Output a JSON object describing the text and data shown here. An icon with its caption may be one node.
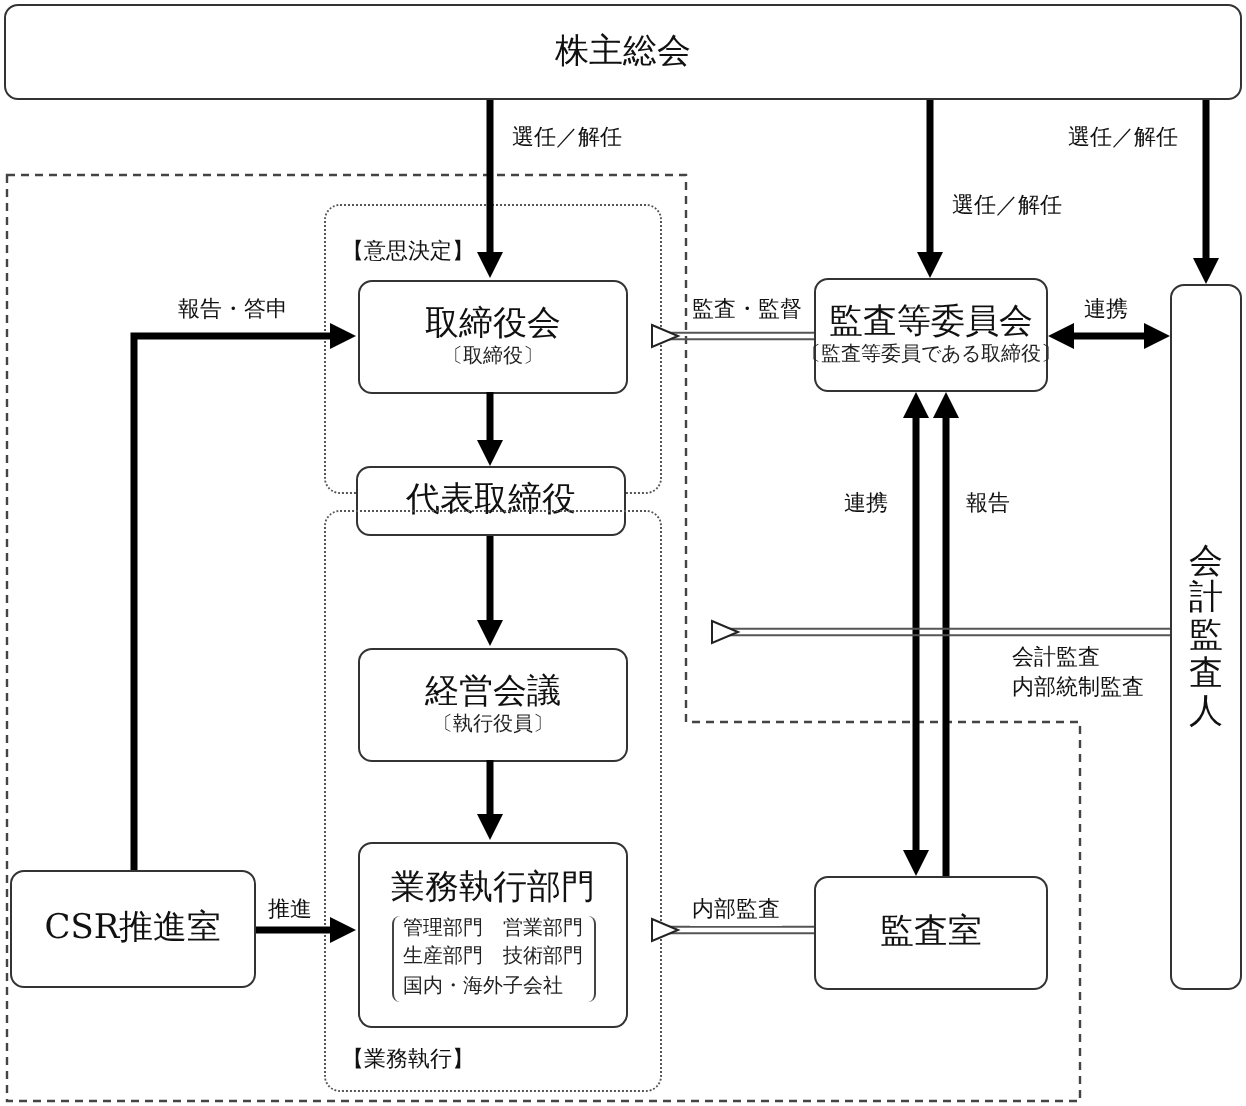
{
  "diagram": {
    "nodes": [
      {
        "text": [
          "株主総会"
        ]
      },
      {
        "text": [],
        "shape": "box"
      },
      {
        "text": [
          "【意思決定】"
        ],
        "in": 1
      },
      {
        "text": [
          "取締役会",
          "〔取締役〕"
        ],
        "in": 2
      },
      {
        "text": [
          "代表取締役"
        ],
        "in": 1
      },
      {
        "text": [
          "【業務執行】"
        ],
        "in": 1
      },
      {
        "text": [
          "経営会議",
          "〔執行役員〕"
        ],
        "in": 5
      },
      {
        "text": [
          "業務執行部門",
          "管理部門　営業部門生産部門　技術部門国内・海外子会社"
        ],
        "in": 5
      },
      {
        "text": [
          "CSR推進室"
        ],
        "in": 1
      },
      {
        "text": [
          "監査等委員会",
          "〔監査等委員である取締役〕"
        ]
      },
      {
        "text": [
          "監査室"
        ],
        "in": 1
      },
      {
        "text": [
          "会計監査人"
        ]
      }
    ],
    "edges": [
      {
        "from": 0,
        "to": 3,
        "arrow": "to",
        "label": "選任／解任"
      },
      {
        "from": 0,
        "to": 9,
        "arrow": "to",
        "label": "選任／解任"
      },
      {
        "from": 0,
        "to": 11,
        "arrow": "to",
        "label": "選任／解任"
      },
      {
        "from": 9,
        "to": 3,
        "arrow": "to",
        "label": "監査・監督",
        "color": "#555555"
      },
      {
        "from": 9,
        "to": 11,
        "arrow": "both",
        "label": "連携"
      },
      {
        "from": 3,
        "to": 4,
        "arrow": "to"
      },
      {
        "from": 4,
        "to": 6,
        "arrow": "to"
      },
      {
        "from": 6,
        "to": 7,
        "arrow": "to"
      },
      {
        "from": 8,
        "to": 3,
        "arrow": "to",
        "label": "報告・答申"
      },
      {
        "from": 8,
        "to": 7,
        "arrow": "to",
        "label": "推進"
      },
      {
        "from": 9,
        "to": 10,
        "arrow": "both",
        "label": "連携"
      },
      {
        "from": 10,
        "to": 9,
        "arrow": "to",
        "label": "報告"
      },
      {
        "from": 11,
        "to": 1,
        "arrow": "to",
        "label": "会計監査内部統制監査",
        "color": "#555555"
      },
      {
        "from": 10,
        "to": 7,
        "arrow": "to",
        "label": "内部監査",
        "color": "#555555"
      }
    ]
  }
}
